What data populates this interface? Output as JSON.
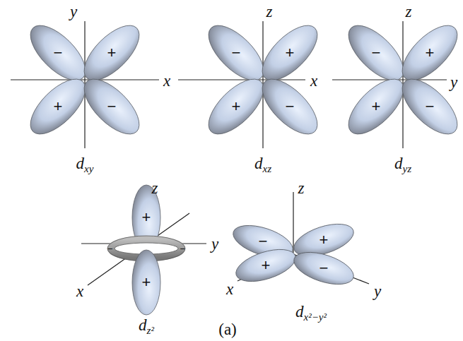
{
  "diagram": {
    "nodes": [
      {
        "text": [
          "−"
        ]
      },
      {
        "text": [
          "+"
        ]
      },
      {
        "text": [
          "+"
        ]
      },
      {
        "text": [
          "−"
        ]
      },
      {
        "text": [
          "−"
        ]
      },
      {
        "text": [
          "+"
        ]
      },
      {
        "text": [
          "+"
        ]
      },
      {
        "text": [
          "−"
        ]
      },
      {
        "text": [
          "−"
        ]
      },
      {
        "text": [
          "+"
        ]
      },
      {
        "text": [
          "+"
        ]
      },
      {
        "text": [
          "−"
        ]
      },
      {
        "text": [
          "+"
        ]
      },
      {
        "text": [
          "−",
          "−"
        ]
      },
      {
        "text": [
          "+"
        ]
      },
      {
        "text": [
          "−"
        ]
      },
      {
        "text": [
          "+"
        ]
      },
      {
        "text": [
          "+"
        ]
      },
      {
        "text": [
          "−"
        ]
      }
    ],
    "labels": [
      "y",
      "x",
      "d",
      "xy",
      "z",
      "x",
      "d",
      "xz",
      "z",
      "y",
      "d",
      "yz",
      "z",
      "y",
      "x",
      "d",
      "z²",
      "z",
      "x",
      "y",
      "d",
      "x²−y²",
      "(a)"
    ]
  }
}
